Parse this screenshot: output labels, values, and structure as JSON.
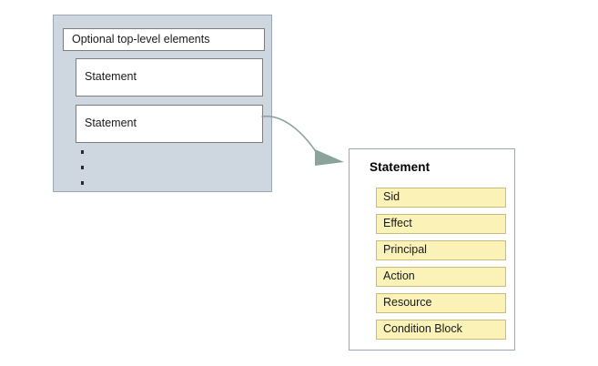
{
  "diagram": {
    "policy_panel": {
      "top_level_box": {
        "label": "Optional top-level elements"
      },
      "statements": [
        {
          "label": "Statement"
        },
        {
          "label": "Statement"
        }
      ],
      "continuation_marker": "vertical-ellipsis"
    },
    "connector": {
      "kind": "curved-arrow",
      "from": "statement-box-2",
      "to": "statement-detail-panel",
      "color": "#8ba39b"
    },
    "statement_panel": {
      "title": "Statement",
      "fields": [
        {
          "label": "Sid"
        },
        {
          "label": "Effect"
        },
        {
          "label": "Principal"
        },
        {
          "label": "Action"
        },
        {
          "label": "Resource"
        },
        {
          "label": "Condition Block"
        }
      ],
      "field_fill": "#fbf2b8",
      "field_border": "#c9bc7e"
    },
    "colors": {
      "policy_panel_fill": "#ced7e0",
      "policy_panel_border": "#9aa7b4",
      "box_fill": "#ffffff",
      "box_border": "#7d7d7d",
      "canvas": "#ffffff"
    }
  }
}
